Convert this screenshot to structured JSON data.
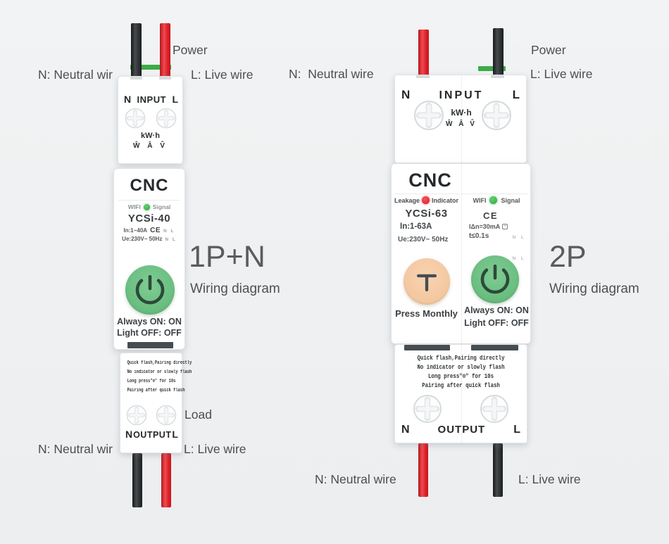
{
  "left_unit": {
    "title": "1P+N",
    "subtitle": "Wiring diagram",
    "power_label": "Power",
    "top_neutral_label": "N: Neutral wir",
    "top_live_label": "L: Live wire",
    "load_label": "Load",
    "bottom_neutral_label": "N: Neutral wir",
    "bottom_live_label": "L: Live wire",
    "input_n": "N",
    "input_label": "INPUT",
    "input_l": "L",
    "kwh": "kW·h",
    "meter_symbols": "Ŵ Â V̂",
    "brand": "CNC",
    "wifi_label": "WIFI",
    "signal_label": "Signal",
    "model": "YCSi-40",
    "spec_line1": "In:1~40A",
    "ce_mark": "CE",
    "spec_line2": "Ue:230V~ 50Hz",
    "mini_terminals_top": "N L",
    "mini_terminals_bottom": "N L",
    "always_on": "Always ON: ON",
    "light_off": "Light OFF: OFF",
    "pairing_lines": [
      "Quick flash,Pairing directly",
      "No indicator or slowly flash",
      "Long press\"⊙\" for 10s",
      "Pairing after quick flash"
    ],
    "output_n": "N",
    "output_label": "OUTPUT",
    "output_l": "L"
  },
  "right_unit": {
    "title": "2P",
    "subtitle": "Wiring diagram",
    "power_label": "Power",
    "top_neutral_label": "N:  Neutral wire",
    "top_live_label": "L: Live wire",
    "bottom_neutral_label": "N: Neutral wire",
    "bottom_live_label": "L: Live wire",
    "input_n": "N",
    "input_label": "INPUT",
    "input_l": "L",
    "kwh": "kW·h",
    "meter_symbols": "Ŵ Â V̂",
    "brand": "CNC",
    "leakage_label": "Leakage",
    "indicator_label": "Indicator",
    "wifi_label": "WIFI",
    "signal_label": "Signal",
    "model": "YCSi-63",
    "spec_line1": "In:1-63A",
    "spec_line2": "Ue:230V~ 50Hz",
    "ce_mark": "CE",
    "leakage_spec1": "IΔn=30mA",
    "leakage_spec1_symbol": "~",
    "leakage_spec2": "t≤0.1s",
    "mini_terminals_top": "N L",
    "mini_terminals_bottom": "N L",
    "press_monthly": "Press Monthly",
    "always_on": "Always ON: ON",
    "light_off": "Light OFF: OFF",
    "pairing_lines": [
      "Quick flash,Pairing directly",
      "No indicator or slowly flash",
      "Long press\"⊙\" for 10s",
      "Pairing after quick flash"
    ],
    "output_n": "N",
    "output_label": "OUTPUT",
    "output_l": "L"
  },
  "colors": {
    "background": "#eef0f1",
    "wire_black": "#2b2e30",
    "wire_red": "#e02127",
    "terminal_green": "#3cab47",
    "power_button_green": "#68bd7e",
    "power_symbol": "#2d4a3a",
    "test_button_orange": "#f3c79f",
    "indicator_red": "#e8262d",
    "indicator_green": "#3db549",
    "body_white": "#ffffff"
  }
}
